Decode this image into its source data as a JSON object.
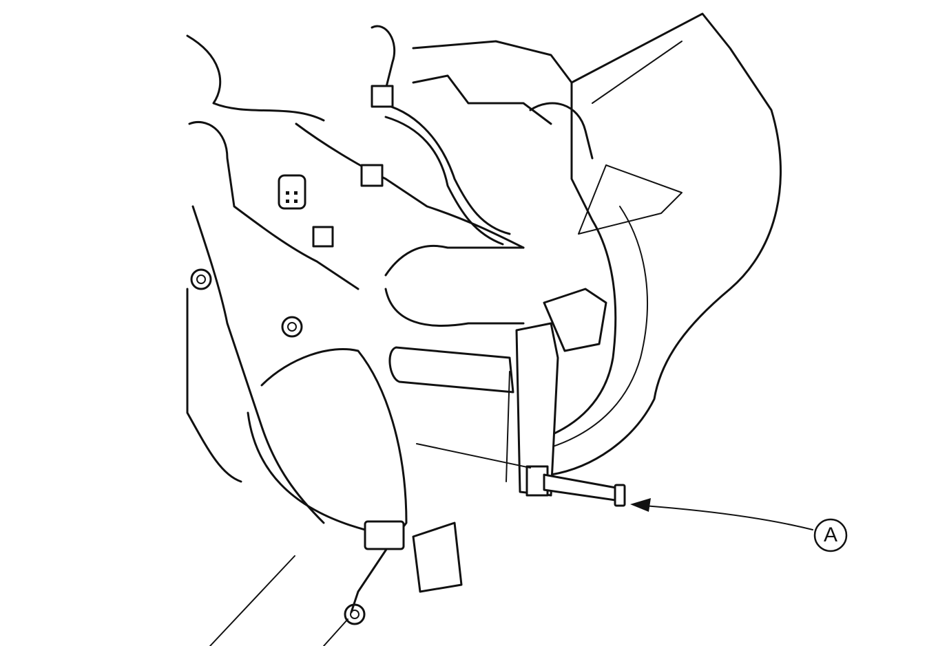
{
  "diagram": {
    "type": "technical-line-drawing",
    "subject": "engine assembly with puller tool installed",
    "callouts": [
      {
        "label": "A",
        "points_to": "puller tool forcing screw"
      }
    ],
    "colors": {
      "line": "#111111",
      "background": "#ffffff"
    }
  }
}
